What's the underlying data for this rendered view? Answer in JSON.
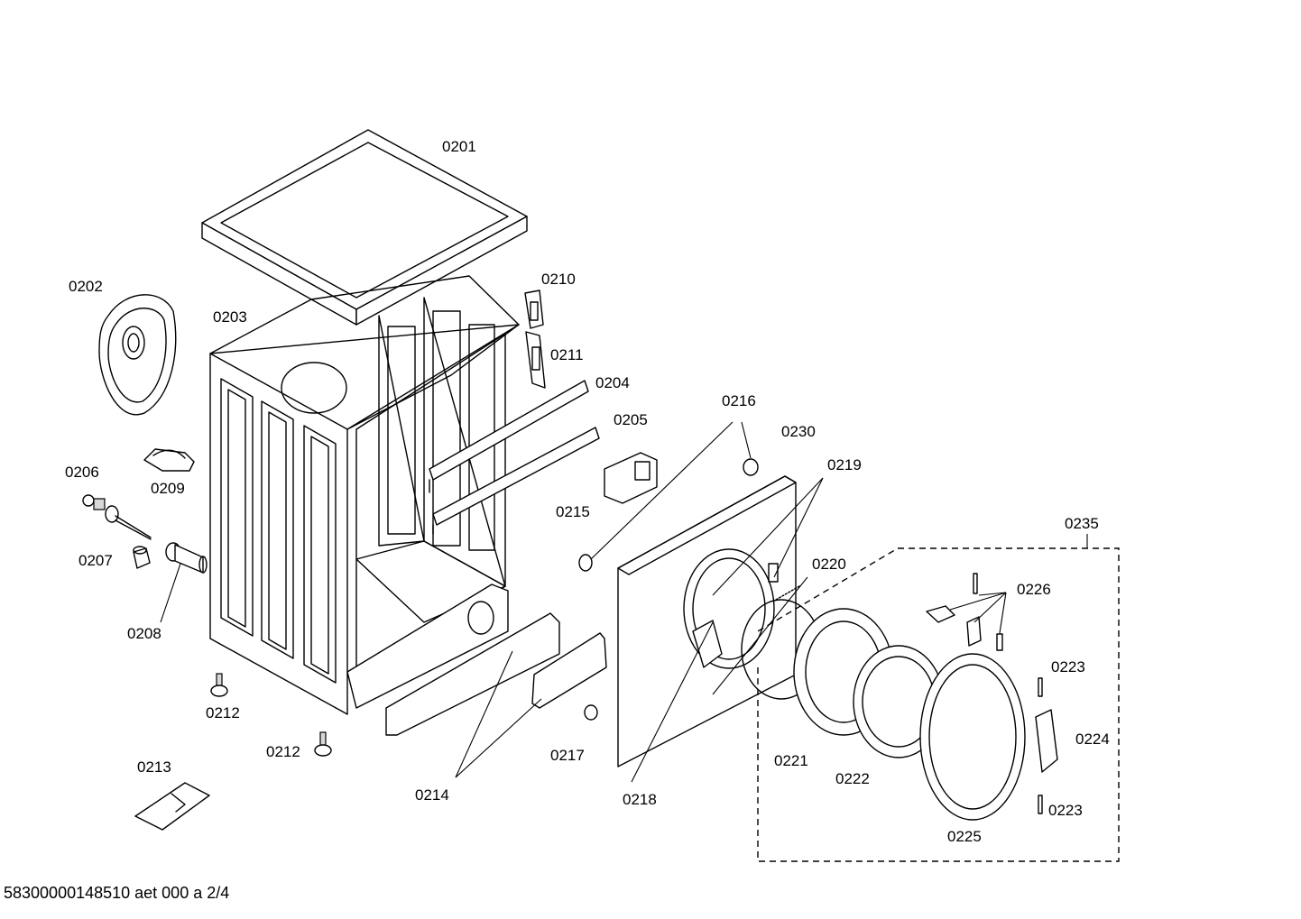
{
  "footer": {
    "document_code": "58300000148510 aet 000 a 2/4"
  },
  "parts": {
    "p0201": "0201",
    "p0202": "0202",
    "p0203": "0203",
    "p0204": "0204",
    "p0205": "0205",
    "p0206": "0206",
    "p0207": "0207",
    "p0208": "0208",
    "p0209": "0209",
    "p0210": "0210",
    "p0211": "0211",
    "p0212a": "0212",
    "p0212b": "0212",
    "p0213": "0213",
    "p0214": "0214",
    "p0215": "0215",
    "p0216": "0216",
    "p0217": "0217",
    "p0218": "0218",
    "p0219": "0219",
    "p0220": "0220",
    "p0221": "0221",
    "p0222": "0222",
    "p0223a": "0223",
    "p0223b": "0223",
    "p0224": "0224",
    "p0225": "0225",
    "p0226": "0226",
    "p0230": "0230",
    "p0235": "0235"
  }
}
